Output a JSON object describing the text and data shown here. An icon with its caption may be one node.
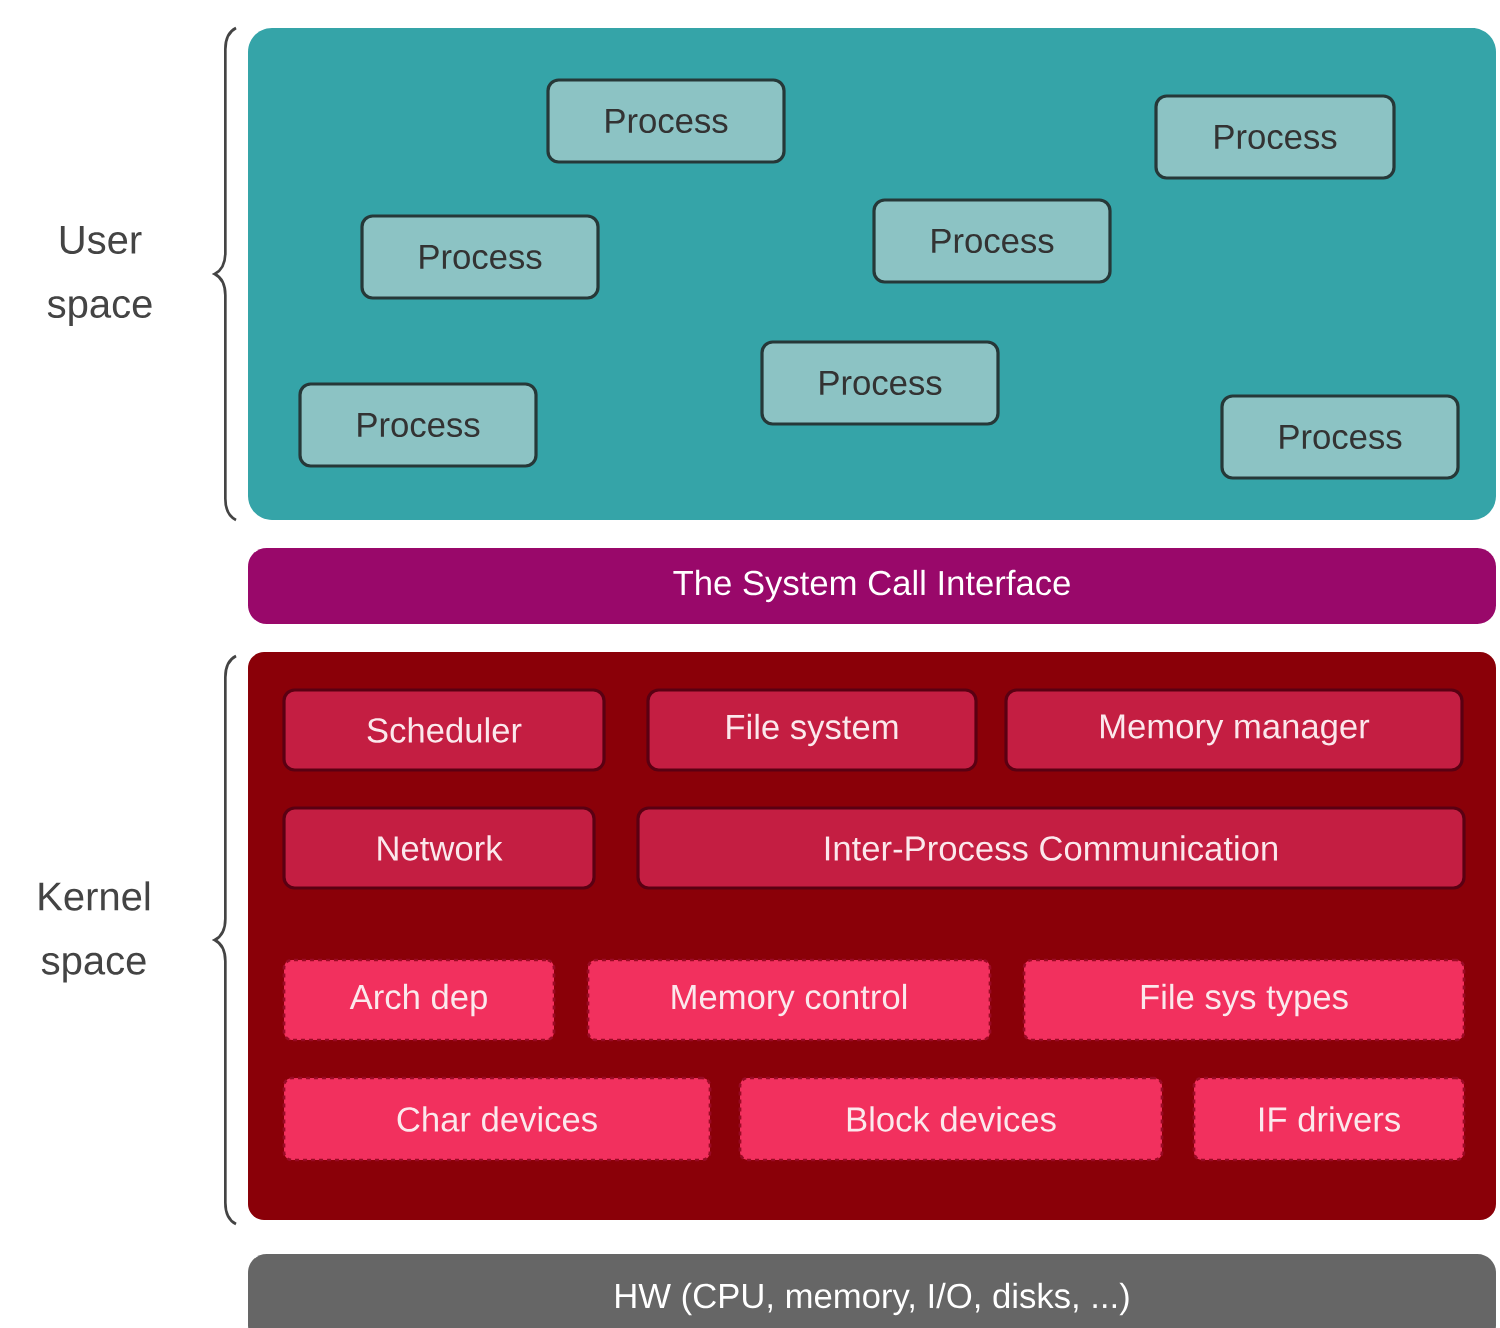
{
  "diagram": {
    "nodes": [
      {
        "text": [],
        "shape": "box",
        "beside": [
          "User space"
        ]
      },
      {
        "text": [
          "Process"
        ],
        "in": 0
      },
      {
        "text": [
          "Process"
        ],
        "in": 0
      },
      {
        "text": [
          "Process"
        ],
        "in": 0
      },
      {
        "text": [
          "Process"
        ],
        "in": 0
      },
      {
        "text": [
          "Process"
        ],
        "in": 0
      },
      {
        "text": [
          "Process"
        ],
        "in": 0
      },
      {
        "text": [
          "Process"
        ],
        "in": 0
      },
      {
        "text": [
          "The System Call Interface"
        ]
      },
      {
        "text": [],
        "shape": "box",
        "beside": [
          "Kernel space"
        ]
      },
      {
        "text": [
          "Scheduler"
        ],
        "in": 9
      },
      {
        "text": [
          "File system"
        ],
        "in": 9
      },
      {
        "text": [
          "Memory manager"
        ],
        "in": 9
      },
      {
        "text": [
          "Network"
        ],
        "in": 9
      },
      {
        "text": [
          "Inter-Process Communication"
        ],
        "in": 9
      },
      {
        "text": [
          "Arch dep"
        ],
        "in": 9
      },
      {
        "text": [
          "Memory control"
        ],
        "in": 9
      },
      {
        "text": [
          "File sys types"
        ],
        "in": 9
      },
      {
        "text": [
          "Char devices"
        ],
        "in": 9
      },
      {
        "text": [
          "Block devices"
        ],
        "in": 9
      },
      {
        "text": [
          "IF drivers"
        ],
        "in": 9
      },
      {
        "text": [
          "HW (CPU, memory, I/O, disks, ...)"
        ]
      }
    ]
  }
}
